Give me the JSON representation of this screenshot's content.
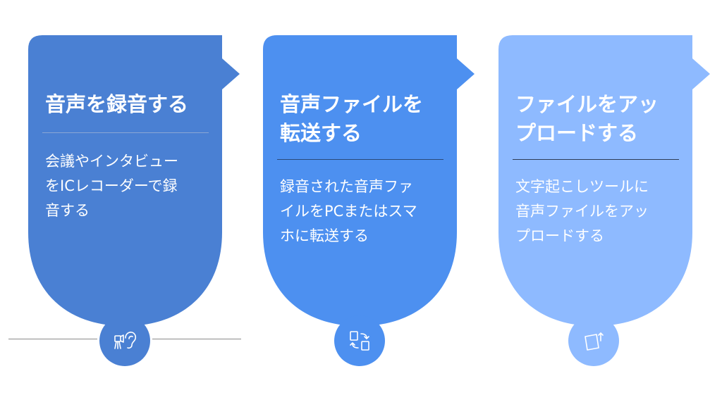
{
  "steps": [
    {
      "title": "音声を録音する",
      "description": "会議やインタビュー\nをICレコーダーで録\n音する",
      "icon": "recorder-icon",
      "color": "#4a80d3"
    },
    {
      "title": "音声ファイルを\n転送する",
      "description": "録音された音声ファ\nイルをPCまたはスマ\nホに転送する",
      "icon": "file-transfer-icon",
      "color": "#4d90f0"
    },
    {
      "title": "ファイルをアッ\nプロードする",
      "description": "文字起こしツールに\n音声ファイルをアッ\nプロードする",
      "icon": "upload-icon",
      "color": "#8ebaff"
    }
  ]
}
